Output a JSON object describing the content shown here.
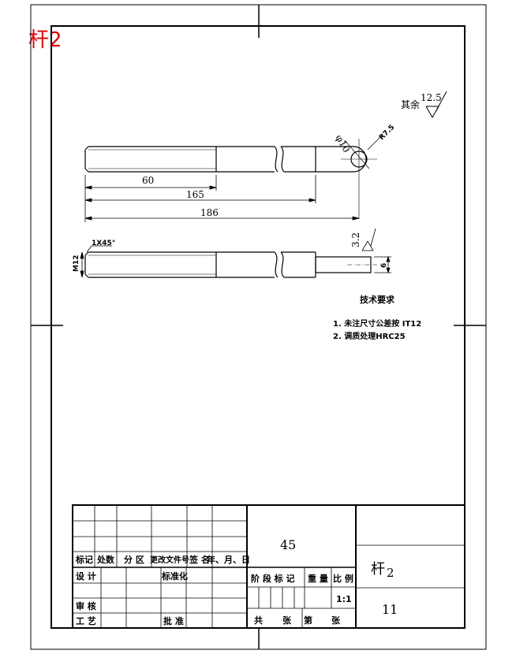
{
  "drawing": {
    "corner_title": "杆2",
    "roughness_note": {
      "label": "其余",
      "value": "12.5"
    },
    "front_view": {
      "hole_diameter": "φ10",
      "end_radius": "R7.5",
      "dims": [
        "60",
        "165",
        "186"
      ]
    },
    "side_view": {
      "chamfer": "1X45°",
      "thread": "M12",
      "flat_thickness": "6",
      "roughness": "3.2"
    },
    "tech_requirements": {
      "title": "技术要求",
      "items": [
        "1. 未注尺寸公差按  IT12",
        "2. 调质处理HRC25"
      ]
    }
  },
  "title_block": {
    "material": "45",
    "part_name": "杆",
    "part_number": "2",
    "scale": "1:1",
    "drawing_no": "11",
    "labels": {
      "mark": "标记",
      "count": "处数",
      "zone": "分 区",
      "change_doc": "更改文件号",
      "sign": "签 名",
      "date": "年、月、日",
      "design": "设 计",
      "standard": "标准化",
      "stage_mark": "阶 段 标 记",
      "weight": "重 量",
      "scale": "比 例",
      "review": "审 核",
      "process": "工 艺",
      "approve": "批 准",
      "total": "共",
      "sheets": "张",
      "page": "第",
      "sheet": "张"
    }
  }
}
